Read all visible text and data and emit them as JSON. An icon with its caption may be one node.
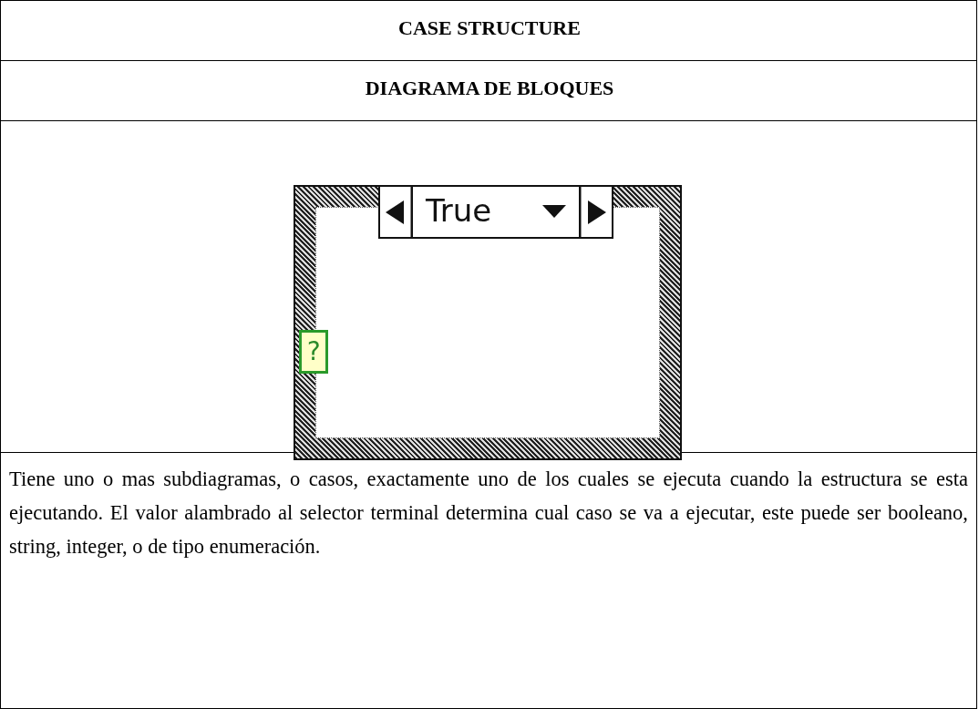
{
  "diagram": {
    "nodes": [
      {
        "text": [
          "True"
        ]
      },
      {
        "text": [
          "?"
        ]
      }
    ],
    "labels": [
      "CASE STRUCTURE",
      "DIAGRAMA DE BLOQUES",
      "Tiene uno o mas subdiagramas, o casos, exactamente uno de los cuales se ejecuta cuando la estructura se esta ejecutando. El valor alambrado al selector terminal determina cual caso se va a ejecutar, este puede ser booleano, string, integer, o de tipo enumeración."
    ]
  }
}
